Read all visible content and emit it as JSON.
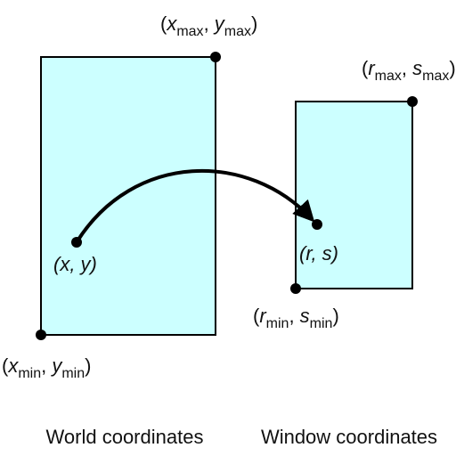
{
  "colors": {
    "rect_fill": "#ccffff",
    "stroke": "#000000",
    "text": "#111111"
  },
  "world": {
    "caption": "World coordinates",
    "max_label": {
      "open": "(",
      "v1": "x",
      "s1": "max",
      "sep": ", ",
      "v2": "y",
      "s2": "max",
      "close": ")"
    },
    "min_label": {
      "open": "(",
      "v1": "x",
      "s1": "min",
      "sep": ", ",
      "v2": "y",
      "s2": "min",
      "close": ")"
    },
    "point_label": "(x, y)"
  },
  "window": {
    "caption": "Window coordinates",
    "max_label": {
      "open": "(",
      "v1": "r",
      "s1": "max",
      "sep": ", ",
      "v2": "s",
      "s2": "max",
      "close": ")"
    },
    "min_label": {
      "open": "(",
      "v1": "r",
      "s1": "min",
      "sep": ", ",
      "v2": "s",
      "s2": "min",
      "close": ")"
    },
    "point_label": "(r, s)"
  },
  "icons": {
    "mapping_arrow": "curved-arrow-icon",
    "point_marker": "dot-icon"
  }
}
